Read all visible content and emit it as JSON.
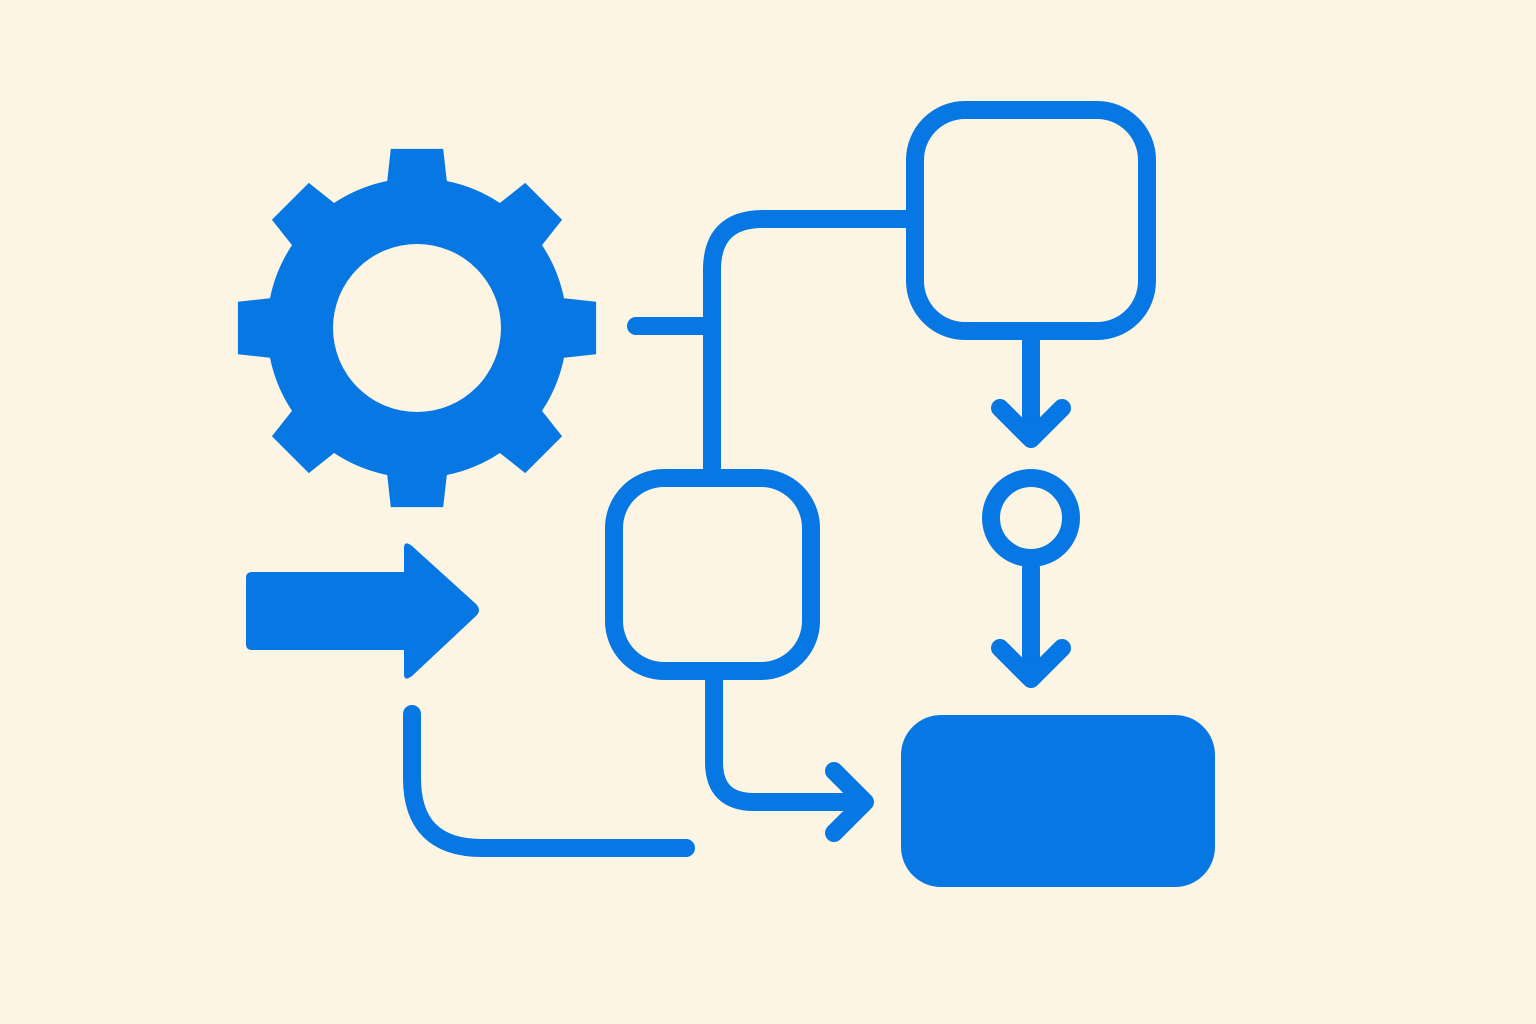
{
  "colors": {
    "background": "#FCF5E3",
    "accent": "#0777E3"
  },
  "elements": {
    "gear": {
      "icon": "gear-icon",
      "filled": true
    },
    "input_arrow": {
      "icon": "arrow-right-icon",
      "filled": true
    },
    "process_box_top": {
      "icon": "rounded-square-outline",
      "filled": false
    },
    "process_box_middle": {
      "icon": "rounded-square-outline",
      "filled": false
    },
    "junction_node": {
      "icon": "circle-outline",
      "filled": false
    },
    "output_box": {
      "icon": "rounded-rect-filled",
      "filled": true
    }
  }
}
